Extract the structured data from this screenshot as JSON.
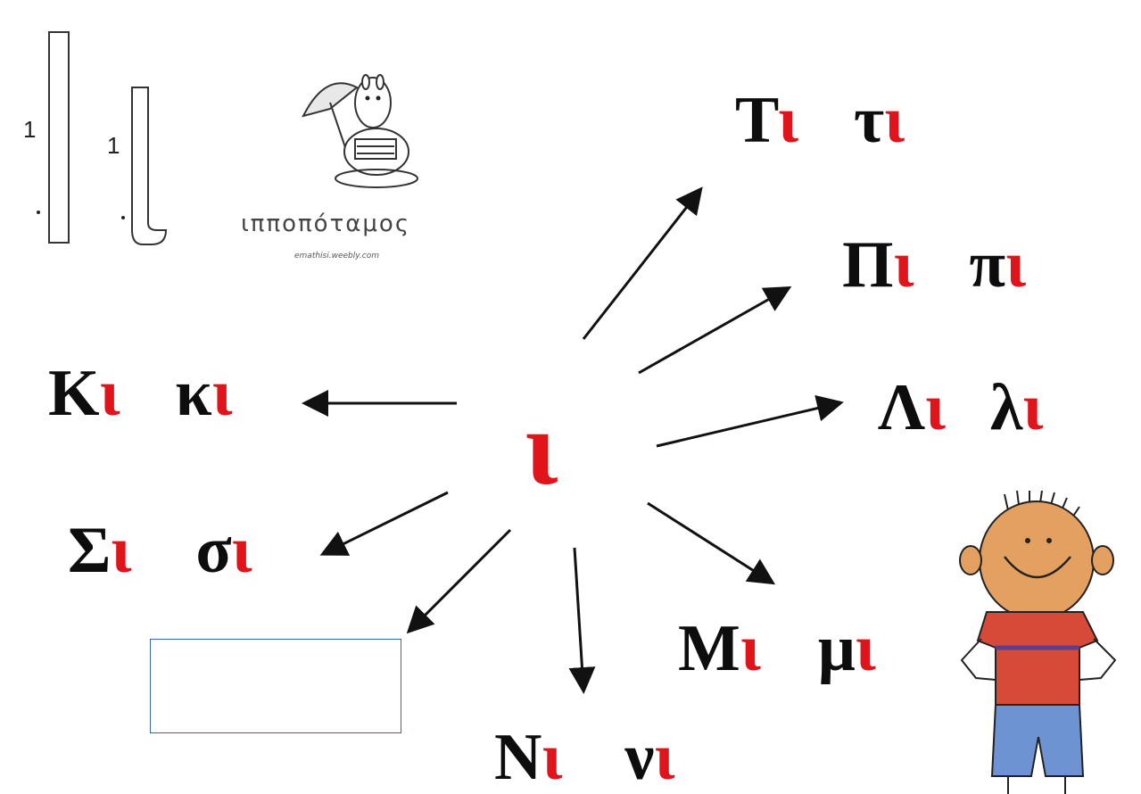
{
  "center": {
    "letter": "ι"
  },
  "syllables": [
    {
      "id": "ti",
      "upper_cons": "Τ",
      "lower_cons": "τ",
      "vowel": "ι"
    },
    {
      "id": "pi",
      "upper_cons": "Π",
      "lower_cons": "π",
      "vowel": "ι"
    },
    {
      "id": "li",
      "upper_cons": "Λ",
      "lower_cons": "λ",
      "vowel": "ι"
    },
    {
      "id": "ki",
      "upper_cons": "Κ",
      "lower_cons": "κ",
      "vowel": "ι"
    },
    {
      "id": "si",
      "upper_cons": "Σ",
      "lower_cons": "σ",
      "vowel": "ι"
    },
    {
      "id": "mi",
      "upper_cons": "Μ",
      "lower_cons": "μ",
      "vowel": "ι"
    },
    {
      "id": "ni",
      "upper_cons": "Ν",
      "lower_cons": "ν",
      "vowel": "ι"
    }
  ],
  "stroke_guide": {
    "upper_number": "1",
    "lower_number": "1"
  },
  "hippo": {
    "caption": "ιπποπόταμος",
    "url": "emathisi.weebly.com"
  },
  "colors": {
    "accent": "#e0141b",
    "text": "#0d0d0d",
    "box_border": "#3b64b0"
  }
}
